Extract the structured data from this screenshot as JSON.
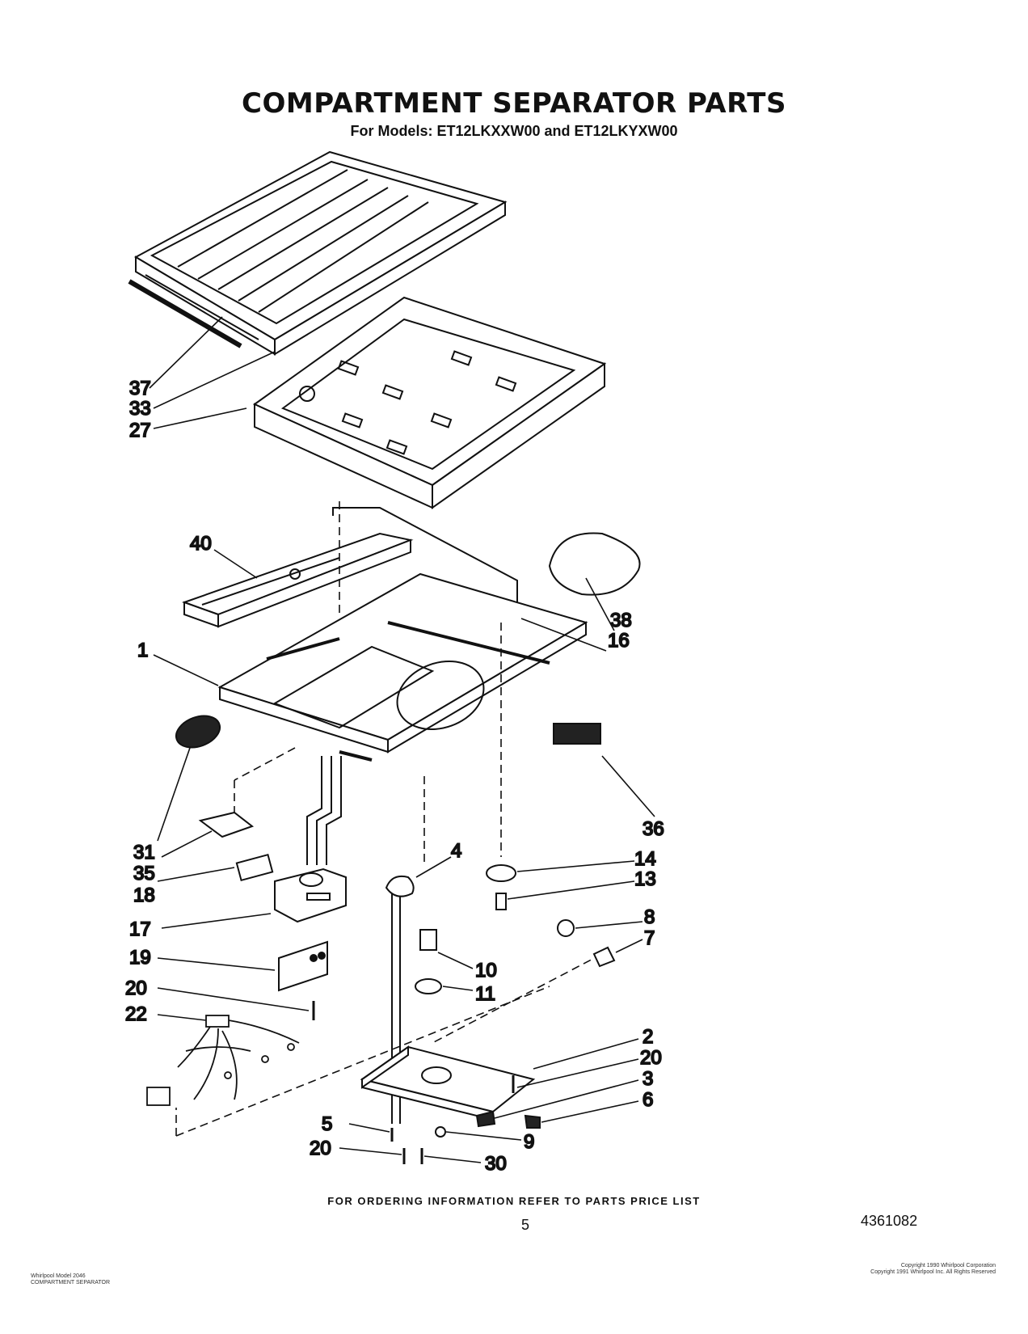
{
  "title": "COMPARTMENT SEPARATOR PARTS",
  "subtitle": "For Models: ET12LKXXW00 and ET12LKYXW00",
  "footer_note": "FOR ORDERING INFORMATION REFER TO PARTS PRICE LIST",
  "page_number": "5",
  "document_number": "4361082",
  "small_left": [
    "Whirlpool Model 2046",
    "COMPARTMENT SEPARATOR"
  ],
  "small_right": [
    "Copyright 1990 Whirlpool Corporation",
    "Copyright 1991 Whirlpool Inc. All Rights Reserved"
  ],
  "callouts": {
    "c37": "37",
    "c33": "33",
    "c27": "27",
    "c40": "40",
    "c38": "38",
    "c16": "16",
    "c1": "1",
    "c31": "31",
    "c35": "35",
    "c36": "36",
    "c18": "18",
    "c17": "17",
    "c19": "19",
    "c20a": "20",
    "c22": "22",
    "c4": "4",
    "c14": "14",
    "c13": "13",
    "c8": "8",
    "c7": "7",
    "c10": "10",
    "c11": "11",
    "c2": "2",
    "c20b": "20",
    "c3": "3",
    "c6": "6",
    "c5": "5",
    "c9": "9",
    "c20c": "20",
    "c30": "30"
  }
}
